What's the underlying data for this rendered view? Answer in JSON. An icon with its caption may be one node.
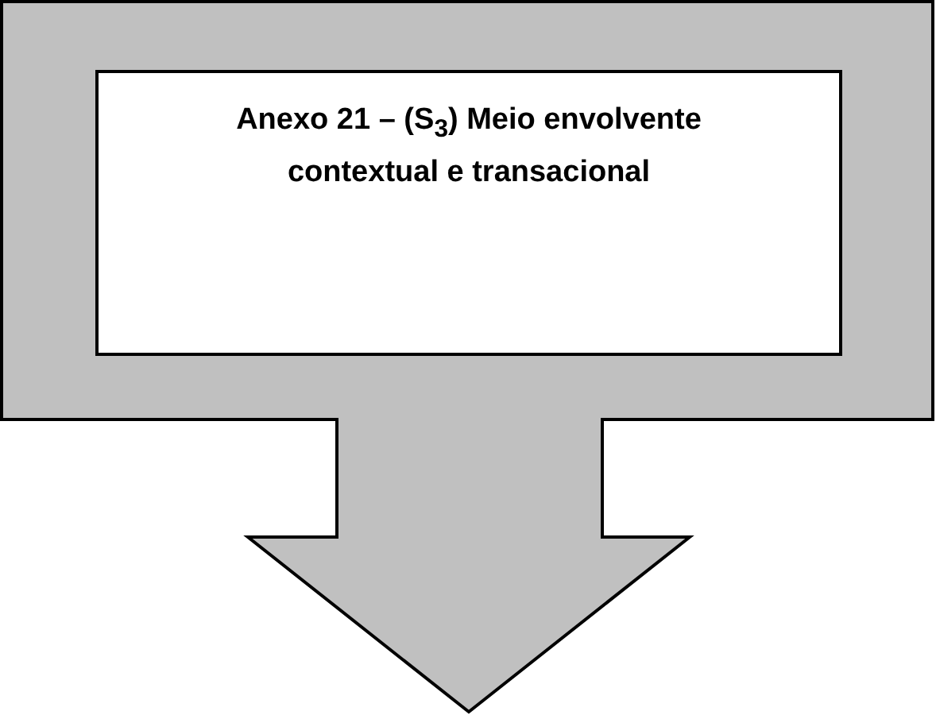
{
  "diagram": {
    "nodes": [
      {
        "text": [],
        "shape": "callout"
      },
      {
        "text": [
          "Anexo 21 – (S$_{3}$) Meio envolvente contextual e transacional"
        ],
        "in": 0
      }
    ]
  }
}
